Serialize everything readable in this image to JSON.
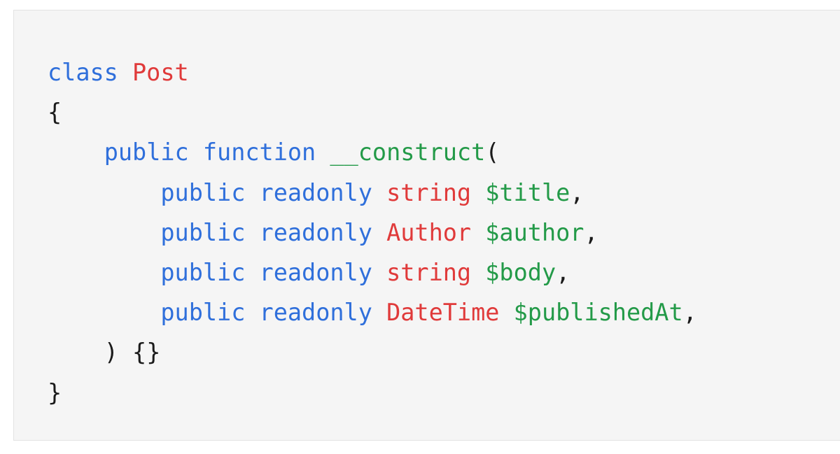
{
  "code": {
    "lines": [
      [
        {
          "text": "class",
          "role": "keyword"
        },
        {
          "text": " ",
          "role": "space"
        },
        {
          "text": "Post",
          "role": "type"
        }
      ],
      [
        {
          "text": "{",
          "role": "punct"
        }
      ],
      [
        {
          "text": "    ",
          "role": "space"
        },
        {
          "text": "public",
          "role": "keyword"
        },
        {
          "text": " ",
          "role": "space"
        },
        {
          "text": "function",
          "role": "keyword"
        },
        {
          "text": " ",
          "role": "space"
        },
        {
          "text": "__construct",
          "role": "function"
        },
        {
          "text": "(",
          "role": "punct"
        }
      ],
      [
        {
          "text": "        ",
          "role": "space"
        },
        {
          "text": "public",
          "role": "keyword"
        },
        {
          "text": " ",
          "role": "space"
        },
        {
          "text": "readonly",
          "role": "keyword"
        },
        {
          "text": " ",
          "role": "space"
        },
        {
          "text": "string",
          "role": "type"
        },
        {
          "text": " ",
          "role": "space"
        },
        {
          "text": "$title",
          "role": "variable"
        },
        {
          "text": ",",
          "role": "punct"
        }
      ],
      [
        {
          "text": "        ",
          "role": "space"
        },
        {
          "text": "public",
          "role": "keyword"
        },
        {
          "text": " ",
          "role": "space"
        },
        {
          "text": "readonly",
          "role": "keyword"
        },
        {
          "text": " ",
          "role": "space"
        },
        {
          "text": "Author",
          "role": "type"
        },
        {
          "text": " ",
          "role": "space"
        },
        {
          "text": "$author",
          "role": "variable"
        },
        {
          "text": ",",
          "role": "punct"
        }
      ],
      [
        {
          "text": "        ",
          "role": "space"
        },
        {
          "text": "public",
          "role": "keyword"
        },
        {
          "text": " ",
          "role": "space"
        },
        {
          "text": "readonly",
          "role": "keyword"
        },
        {
          "text": " ",
          "role": "space"
        },
        {
          "text": "string",
          "role": "type"
        },
        {
          "text": " ",
          "role": "space"
        },
        {
          "text": "$body",
          "role": "variable"
        },
        {
          "text": ",",
          "role": "punct"
        }
      ],
      [
        {
          "text": "        ",
          "role": "space"
        },
        {
          "text": "public",
          "role": "keyword"
        },
        {
          "text": " ",
          "role": "space"
        },
        {
          "text": "readonly",
          "role": "keyword"
        },
        {
          "text": " ",
          "role": "space"
        },
        {
          "text": "DateTime",
          "role": "type"
        },
        {
          "text": " ",
          "role": "space"
        },
        {
          "text": "$publishedAt",
          "role": "variable"
        },
        {
          "text": ",",
          "role": "punct"
        }
      ],
      [
        {
          "text": "    ",
          "role": "space"
        },
        {
          "text": ") {}",
          "role": "punct"
        }
      ],
      [
        {
          "text": "}",
          "role": "punct"
        }
      ]
    ],
    "colors": {
      "keyword": "#2f6fdb",
      "type": "#e03a3a",
      "function": "#239a48",
      "variable": "#239a48",
      "punct": "#1a1a1a",
      "background": "#f5f5f5"
    }
  }
}
